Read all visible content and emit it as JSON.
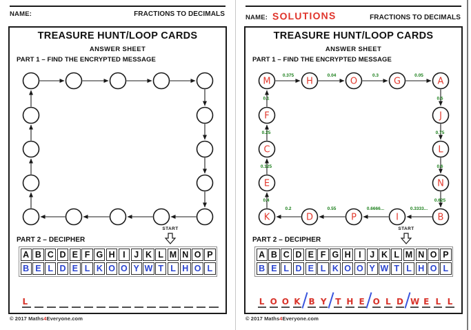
{
  "colors": {
    "ink": "#1a1a1a",
    "red_letter": "#e23a2e",
    "blue_letter": "#2b45cf",
    "green_value": "#177d17",
    "dash": "#4d4d4d"
  },
  "header": {
    "name_label": "NAME:",
    "subject": "FRACTIONS TO DECIMALS"
  },
  "sheet": {
    "title": "TREASURE HUNT/LOOP CARDS",
    "subtitle": "ANSWER SHEET",
    "part1_heading": "PART 1 – FIND THE ENCRYPTED MESSAGE",
    "part2_heading": "PART 2 – DECIPHER",
    "start_label": "START"
  },
  "loop": {
    "top_row_letters": [
      "M",
      "H",
      "O",
      "G",
      "A"
    ],
    "right_column_letters": [
      "J",
      "L",
      "N"
    ],
    "bottom_row_letters_right_to_left": [
      "B",
      "I",
      "P",
      "D",
      "K"
    ],
    "left_column_letters_bottom_to_top": [
      "E",
      "C",
      "F"
    ],
    "top_edge_labels": [
      "0.375",
      "0.04",
      "0.3",
      "0.05"
    ],
    "right_edge_labels": [
      "0.5",
      "0.75",
      "0.6",
      "0.625"
    ],
    "bottom_edge_labels_right_to_left": [
      "0.3333...",
      "0.6666...",
      "0.55",
      "0.2"
    ],
    "left_edge_labels_bottom_to_top": [
      "0.4",
      "0.125",
      "0.25",
      "0.1"
    ]
  },
  "cipher_table": {
    "top_row": [
      "A",
      "B",
      "C",
      "D",
      "E",
      "F",
      "G",
      "H",
      "I",
      "J",
      "K",
      "L",
      "M",
      "N",
      "O",
      "P"
    ],
    "bottom_row": [
      "B",
      "E",
      "L",
      "D",
      "E",
      "L",
      "K",
      "O",
      "O",
      "Y",
      "W",
      "T",
      "L",
      "H",
      "O",
      "L"
    ]
  },
  "pages": {
    "left": {
      "name_value": "",
      "show_solutions": false,
      "answer_letters": [
        "L",
        "",
        "",
        "",
        "",
        "",
        "",
        "",
        "",
        "",
        "",
        "",
        "",
        "",
        "",
        ""
      ],
      "word_breaks_after": []
    },
    "right": {
      "name_value": "SOLUTIONS",
      "show_solutions": true,
      "answer_letters": [
        "L",
        "O",
        "O",
        "K",
        "B",
        "Y",
        "T",
        "H",
        "E",
        "O",
        "L",
        "D",
        "W",
        "E",
        "L",
        "L"
      ],
      "word_breaks_after": [
        3,
        5,
        8,
        11
      ]
    }
  },
  "footer": {
    "copyright_prefix": "© 2017 Maths",
    "copyright_accent": "4",
    "copyright_suffix": "Everyone.com"
  }
}
